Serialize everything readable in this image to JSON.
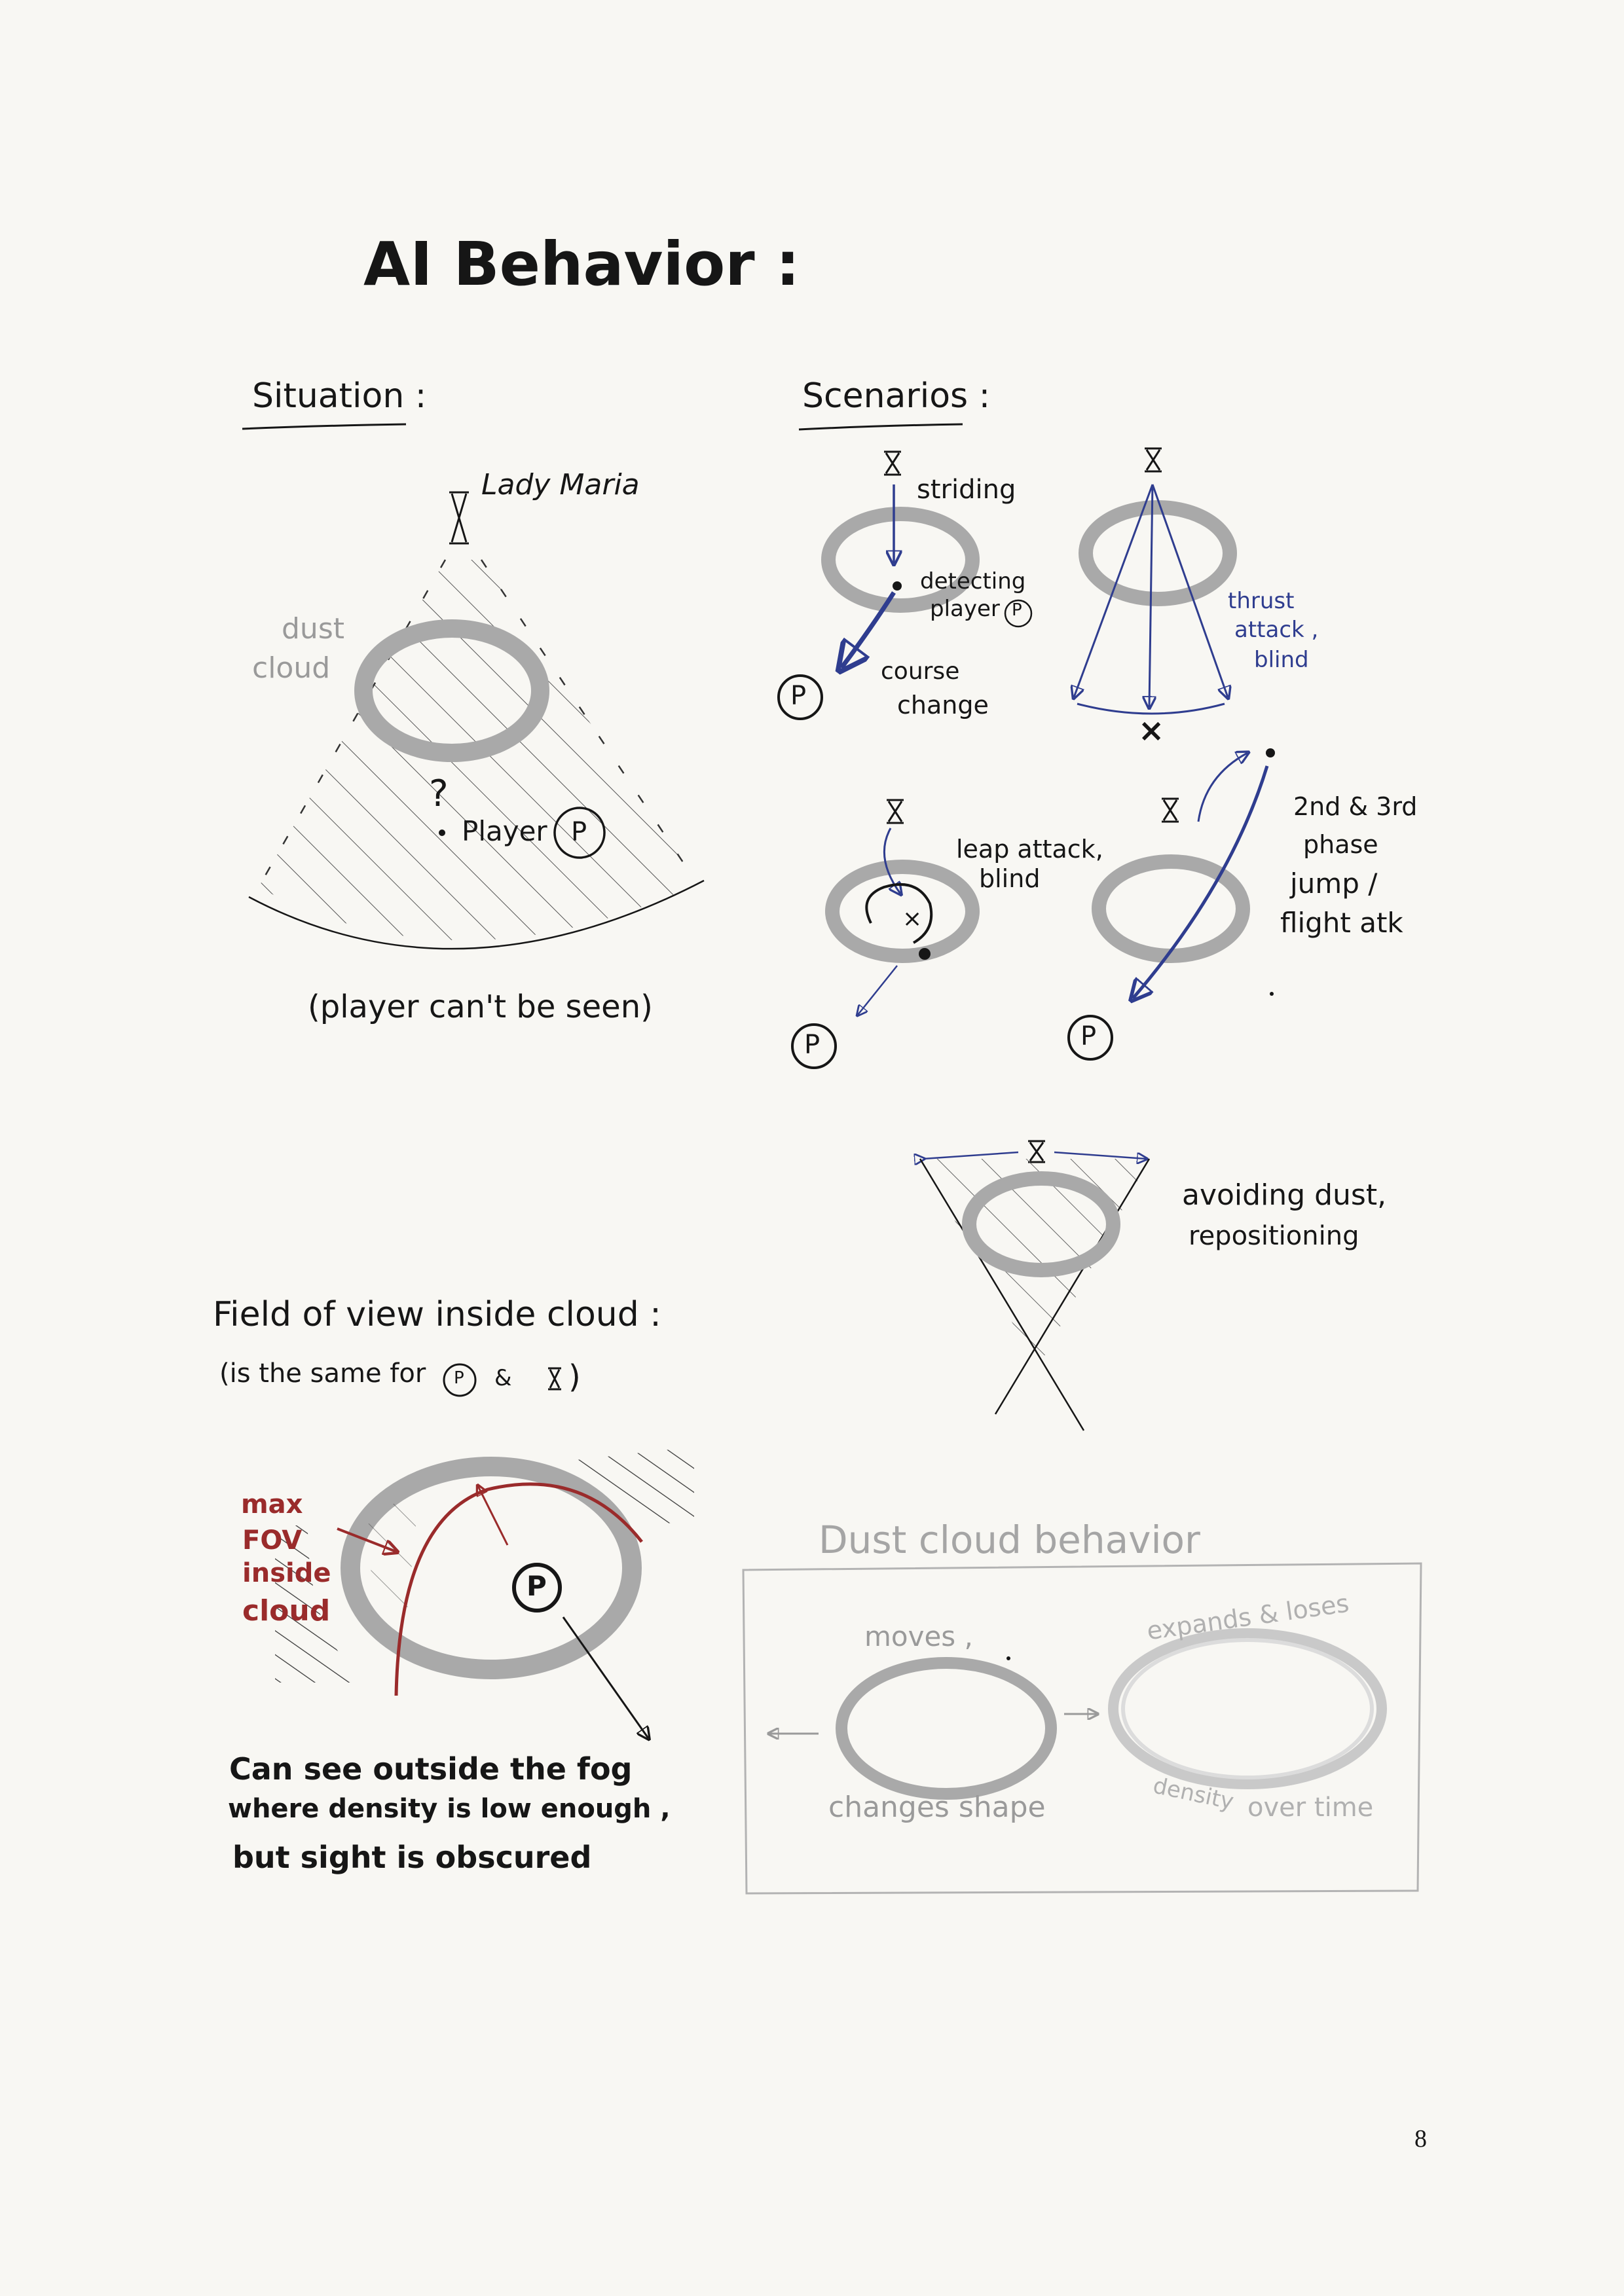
{
  "title": "AI Behavior :",
  "situation": {
    "heading": "Situation :",
    "boss_label": "Lady Maria",
    "cloud_label_1": "dust",
    "cloud_label_2": "cloud",
    "question_mark": "?",
    "player_label": "Player",
    "player_badge": "P",
    "caption": "(player can't be seen)"
  },
  "scenarios": {
    "heading": "Scenarios :",
    "s1": {
      "label_1": "striding",
      "label_2": "detecting",
      "label_3": "player",
      "label_4": "course",
      "label_5": "change",
      "player_badge": "P"
    },
    "s2": {
      "label_1": "thrust",
      "label_2": "attack ,",
      "label_3": "blind",
      "target_mark": "×"
    },
    "s3": {
      "label_1": "leap attack,",
      "label_2": "blind",
      "target_mark": "×",
      "player_badge": "P"
    },
    "s4": {
      "label_1": "2nd & 3rd",
      "label_2": "phase",
      "label_3": "jump /",
      "label_4": "flight atk",
      "player_badge": "P"
    },
    "s5": {
      "label_1": "avoiding dust,",
      "label_2": "repositioning"
    }
  },
  "fov": {
    "heading": "Field of view inside cloud :",
    "sub_pre": "(is the same for",
    "sub_amp": "&",
    "sub_post": ")",
    "player_badge": "P",
    "max_fov_1": "max",
    "max_fov_2": "FOV",
    "max_fov_3": "inside",
    "max_fov_4": "cloud",
    "note_1": "Can see outside the fog",
    "note_2": "where density is low enough ,",
    "note_3": "but sight is obscured"
  },
  "dust_behavior": {
    "heading": "Dust cloud behavior",
    "left_top": "moves ,",
    "left_bottom": "changes shape",
    "right_top": "expands & loses",
    "right_bottom_1": "density",
    "right_bottom_2": "over time"
  },
  "page_number": "8",
  "colors": {
    "background": "#f8f7f3",
    "ink": "#161616",
    "blue_ink": "#2f3d8f",
    "red_ink": "#9a2b2b",
    "cloud_grey": "#a9a9a9"
  }
}
